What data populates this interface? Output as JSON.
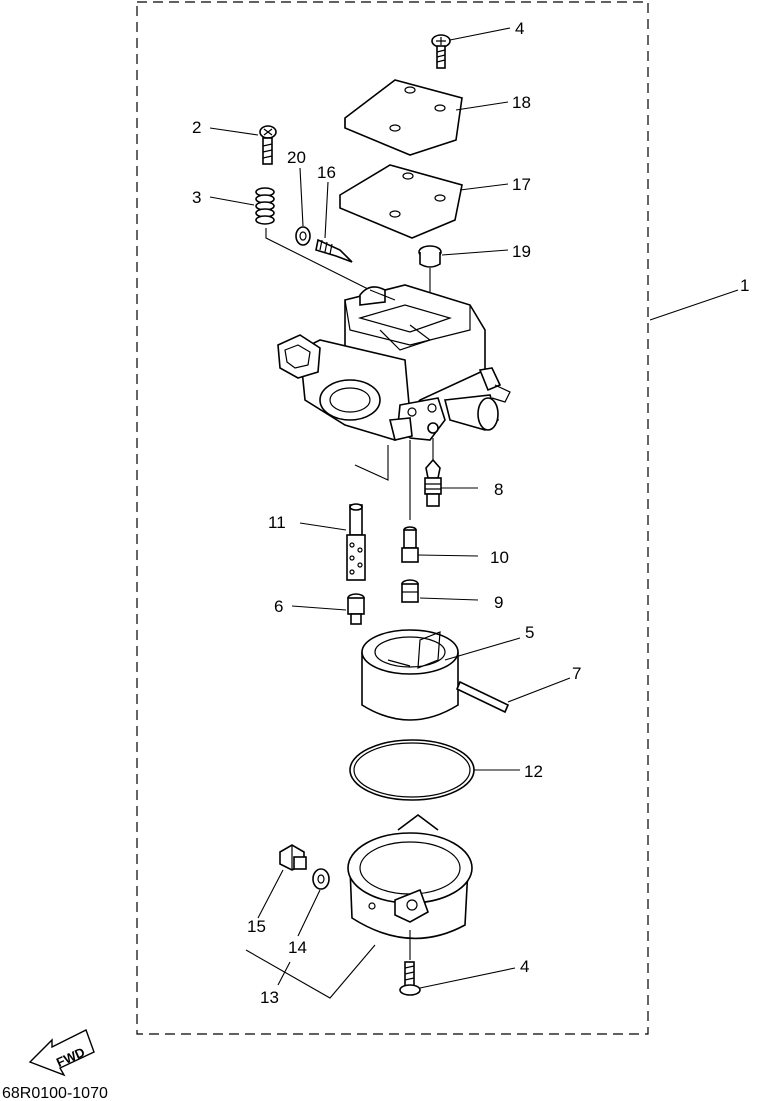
{
  "callouts": {
    "c1": "1",
    "c2": "2",
    "c3": "3",
    "c4a": "4",
    "c4b": "4",
    "c5": "5",
    "c6": "6",
    "c7": "7",
    "c8": "8",
    "c9": "9",
    "c10": "10",
    "c11": "11",
    "c12": "12",
    "c13": "13",
    "c14": "14",
    "c15": "15",
    "c16": "16",
    "c17": "17",
    "c18": "18",
    "c19": "19",
    "c20": "20"
  },
  "fwd_label": "FWD",
  "diagram_code": "68R0100-1070"
}
